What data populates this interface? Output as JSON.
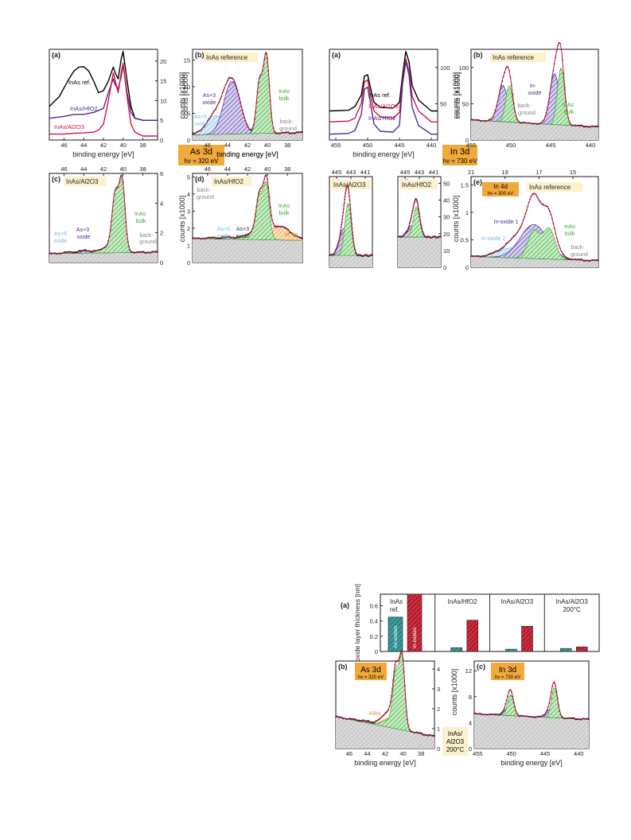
{
  "chart_data": [
    {
      "type": "line",
      "group": "As 3d overview",
      "panel_label": "(a)",
      "xlim": [
        47.5,
        36.5
      ],
      "x_ticks": [
        46,
        44,
        42,
        40,
        38
      ],
      "xlabel": "binding energy [eV]",
      "ylim": [
        0,
        23
      ],
      "y_ticks": [
        0,
        5,
        10,
        15,
        20
      ],
      "ylabel": "counts [x1000]",
      "series": [
        {
          "name": "InAs ref.",
          "color": "#000000",
          "x": [
            47.5,
            46.5,
            45.5,
            45,
            44.5,
            44,
            43.5,
            43,
            42.5,
            42,
            41.5,
            41,
            40.8,
            40.5,
            40.2,
            40,
            39.6,
            39.2,
            38.8,
            38,
            37,
            36.5
          ],
          "y": [
            8.5,
            11,
            15.5,
            17.5,
            18.5,
            18.6,
            17.5,
            15,
            12,
            12.5,
            15,
            18.5,
            17,
            15.5,
            20.5,
            22.5,
            15,
            8.5,
            5.5,
            5,
            5,
            5
          ]
        },
        {
          "name": "InAs/HfO2",
          "color": "#4b2a9a",
          "x": [
            47.5,
            46,
            45,
            44,
            43,
            42.5,
            42,
            41.5,
            41,
            40.8,
            40.5,
            40.2,
            40,
            39.6,
            39.2,
            38.8,
            38,
            37,
            36.5
          ],
          "y": [
            5.5,
            6,
            6.5,
            6.5,
            7,
            7.5,
            8,
            12,
            15.5,
            14,
            13,
            16,
            19,
            12,
            7,
            5.5,
            5,
            5,
            5
          ]
        },
        {
          "name": "InAs/Al2O3",
          "color": "#d4143c",
          "x": [
            47.5,
            46,
            45,
            44,
            43,
            42.5,
            42,
            41.5,
            41,
            40.8,
            40.5,
            40.2,
            40,
            39.6,
            39.2,
            38.8,
            38,
            37,
            36.5
          ],
          "y": [
            1.5,
            1.5,
            1.7,
            1.8,
            2,
            2.5,
            4,
            10,
            17,
            15,
            12,
            17,
            19.5,
            11,
            4,
            2,
            1,
            1,
            1
          ]
        }
      ]
    },
    {
      "type": "area",
      "group": "As 3d",
      "panel_label": "(b)",
      "title": "InAs reference",
      "xlim": [
        47.5,
        36.5
      ],
      "x_ticks": [
        46,
        44,
        42,
        40,
        38
      ],
      "xlabel": "binding energy [eV]",
      "ylim": [
        0,
        17
      ],
      "y_ticks": [
        0,
        5,
        10,
        15
      ],
      "ylabel": "counts [x1000]",
      "annotations": [
        "As+3",
        "oxide",
        "As+5",
        "oxide",
        "InAs",
        "bulk",
        "back-",
        "ground"
      ]
    },
    {
      "type": "area",
      "group": "As 3d",
      "panel_label": "(c)",
      "title": "InAs/Al2O3",
      "xlim": [
        47.5,
        36.5
      ],
      "x_ticks": [
        46,
        44,
        42,
        40,
        38
      ],
      "ylim": [
        0,
        6
      ],
      "y_ticks": [
        0,
        2,
        4,
        6
      ],
      "annotations": [
        "As+5",
        "oxide",
        "As+3",
        "oxide",
        "InAs",
        "bulk",
        "back-",
        "ground"
      ]
    },
    {
      "type": "area",
      "group": "As 3d",
      "panel_label": "(d)",
      "title": "InAs/HfO2",
      "xlim": [
        47.5,
        36.5
      ],
      "x_ticks": [
        46,
        44,
        42,
        40,
        38
      ],
      "ylim": [
        0,
        5.2
      ],
      "y_ticks": [
        0,
        1,
        2,
        3,
        4,
        5
      ],
      "ylabel": "counts [x1000]",
      "annotations": [
        "back-",
        "ground",
        "As+5",
        "oxide",
        "As+3",
        "oxide",
        "InAs",
        "bulk",
        "Hf 5p"
      ]
    },
    {
      "type": "line",
      "group": "In 3d overview",
      "panel_label": "(a)",
      "xlim": [
        456,
        439
      ],
      "x_ticks": [
        455,
        450,
        445,
        440
      ],
      "xlabel": "binding energy [eV]",
      "ylim": [
        0,
        125
      ],
      "y_ticks": [
        50,
        100
      ],
      "ylabel": "counts [x1000]",
      "series": [
        {
          "name": "InAs ref.",
          "color": "#000000",
          "x": [
            456,
            453,
            452,
            451,
            450.5,
            450,
            449.5,
            449,
            448,
            446,
            445,
            444.5,
            444,
            443.5,
            443,
            442,
            440,
            439
          ],
          "y": [
            40,
            41,
            46,
            62,
            88,
            90,
            70,
            52,
            45,
            44,
            52,
            90,
            122,
            108,
            75,
            55,
            40,
            40
          ]
        },
        {
          "name": "InAs/Al2O3",
          "color": "#d4143c",
          "x": [
            456,
            453,
            452,
            451,
            450.5,
            450,
            449.5,
            449,
            448,
            446,
            445,
            444.5,
            444,
            443.5,
            443,
            442,
            440,
            439
          ],
          "y": [
            25,
            26,
            30,
            50,
            80,
            83,
            60,
            40,
            32,
            30,
            38,
            82,
            112,
            95,
            60,
            40,
            25,
            25
          ]
        },
        {
          "name": "InAs/HfO2",
          "color": "#4b2a9a",
          "x": [
            456,
            453,
            452,
            451,
            450.5,
            450,
            449.5,
            449,
            448,
            446,
            445,
            444.5,
            444,
            443.5,
            443,
            442,
            440,
            439
          ],
          "y": [
            8,
            9,
            13,
            35,
            70,
            73,
            48,
            22,
            12,
            11,
            20,
            78,
            108,
            90,
            45,
            20,
            8,
            8
          ]
        }
      ]
    },
    {
      "type": "area",
      "group": "In 3d",
      "panel_label": "(b)",
      "title": "InAs reference",
      "xlim": [
        455,
        439
      ],
      "x_ticks": [
        455,
        450,
        445,
        440
      ],
      "ylim": [
        0,
        125
      ],
      "y_ticks": [
        0,
        50,
        100
      ],
      "ylabel": "counts [x1000]",
      "annotations": [
        "In-",
        "oxide",
        "back-",
        "ground",
        "InAs",
        "bulk"
      ]
    },
    {
      "type": "area",
      "group": "In 3d",
      "panel_label": "(c)",
      "title": "InAs/Al2O3",
      "xlim": [
        446,
        440
      ],
      "x_ticks": [
        445,
        443,
        441
      ],
      "ylim": [
        0,
        54
      ]
    },
    {
      "type": "area",
      "group": "In 3d",
      "panel_label": "(d)",
      "title": "InAs/HfO2",
      "xlim": [
        446,
        440
      ],
      "x_ticks": [
        445,
        443,
        441
      ],
      "ylim": [
        0,
        54
      ],
      "y_ticks": [
        0,
        10,
        20,
        30,
        40,
        50
      ]
    },
    {
      "type": "area",
      "group": "In 4d",
      "panel_label": "(e)",
      "title": "InAs reference",
      "xlim": [
        21,
        13.5
      ],
      "x_ticks": [
        21,
        19,
        17,
        15
      ],
      "ylim": [
        0,
        1.65
      ],
      "y_ticks": [
        0,
        0.5,
        1,
        1.5
      ],
      "ylabel": "counts [x1000]",
      "annotations": [
        "In-oxide 1",
        "In-oxide 2",
        "InAs",
        "bulk",
        "back-",
        "ground"
      ]
    },
    {
      "type": "bar",
      "group": "oxide layer thickness",
      "panel_label": "(a)",
      "ylabel": "oxide layer thickness [nm]",
      "ylim": [
        0,
        0.75
      ],
      "y_ticks": [
        0,
        0.2,
        0.4,
        0.6
      ],
      "categories": [
        "InAs ref.",
        "InAs/HfO2",
        "InAs/Al2O3",
        "InAs/Al2O3 200°C"
      ],
      "series": [
        {
          "name": "As-oxides",
          "color": "#2a8a8a",
          "values": [
            0.45,
            0.05,
            0.03,
            0.04
          ]
        },
        {
          "name": "In-oxides",
          "color": "#b81c2c",
          "values": [
            0.75,
            0.41,
            0.33,
            0.06
          ]
        }
      ]
    },
    {
      "type": "area",
      "group": "InAs/Al2O3 200°C",
      "panel_label": "(b)",
      "title": "As 3d",
      "xlim": [
        47.5,
        36.5
      ],
      "x_ticks": [
        46,
        44,
        42,
        40,
        38
      ],
      "xlabel": "binding energy [eV]",
      "ylim": [
        0,
        4.4
      ],
      "y_ticks": [
        0,
        1,
        2,
        3,
        4
      ],
      "ylabel": "counts [x1000]",
      "annotations": [
        "AlAs"
      ]
    },
    {
      "type": "area",
      "group": "InAs/Al2O3 200°C",
      "panel_label": "(c)",
      "title": "In 3d",
      "xlim": [
        455.5,
        438.5
      ],
      "x_ticks": [
        455,
        450,
        445,
        440
      ],
      "xlabel": "binding energy [eV]",
      "ylim": [
        0,
        13.5
      ],
      "y_ticks": [
        0,
        4,
        8,
        12
      ]
    }
  ],
  "labels": {
    "as_badge_line1": "As 3d",
    "as_badge_line2": "hν = 320 eV",
    "in_badge_line1": "In 3d",
    "in_badge_line2": "hν = 730 eV",
    "in4d_badge_line1": "In 4d",
    "in4d_badge_line2": "hν = 300 eV",
    "b_badge_line1": "As 3d",
    "b_badge_line2": "hν = 320 eV",
    "c_badge_line1": "In 3d",
    "c_badge_line2": "hν = 730 eV",
    "bottom_side_line1": "InAs/",
    "bottom_side_line2": "Al2O3",
    "bottom_side_line3": "200°C"
  },
  "colors": {
    "black": "#000000",
    "dark_red": "#b0102a",
    "red": "#d4143c",
    "purple": "#4b2a9a",
    "green": "#3aa83a",
    "light_blue": "#7ab8e0",
    "orange": "#e88a2a",
    "background_grey": "#cccccc",
    "badge_orange": "#f2a93b",
    "label_yellow": "#fbf2cc",
    "teal": "#2a8a8a"
  }
}
